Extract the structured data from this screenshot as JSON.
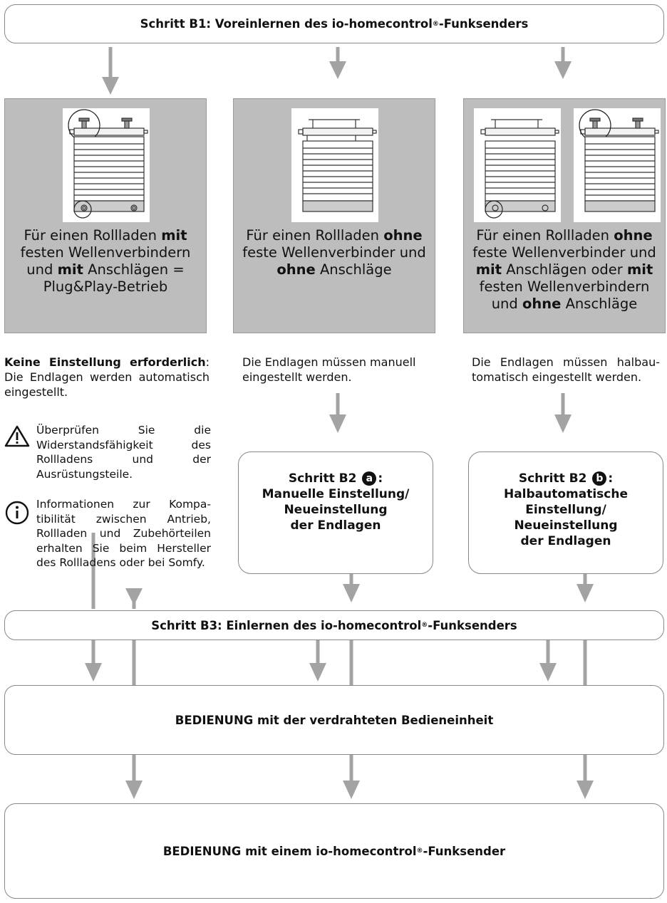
{
  "steps": {
    "b1": {
      "label": "Schritt B1: Voreinlernen des io-homecontrol",
      "reg": "®",
      "suffix": "-Funksenders"
    },
    "b3": {
      "label": "Schritt B3: Einlernen des io-homecontrol",
      "reg": "®",
      "suffix": "-Funksenders"
    },
    "wired": {
      "label": "BEDIENUNG mit der verdrahteten Bedieneinheit"
    },
    "radio": {
      "label": "BEDIENUNG mit einem io-homecontrol",
      "reg": "®",
      "suffix": "-Funksender"
    }
  },
  "panels": [
    {
      "caption": [
        "Für einen Rollladen ",
        "mit",
        " festen Wellenverbindern und ",
        "mit",
        " Anschlägen = Plug&Play-Betrieb"
      ]
    },
    {
      "caption": [
        "Für einen Rollladen ",
        "ohne",
        " feste Wellenverbinder und ",
        "ohne",
        " Anschläge"
      ]
    },
    {
      "caption": [
        "Für einen Rollladen ",
        "ohne",
        " feste Wellenverbinder und ",
        "mit",
        " Anschlägen oder ",
        "mit",
        " festen Wellenverbindern und ",
        "ohne",
        " Anschläge"
      ]
    }
  ],
  "left_note": {
    "bold": "Keine Einstellung erforderlich",
    "rest": ": Die Endlagen werden automatisch eingestellt."
  },
  "warning": {
    "text": "Überprüfen Sie die Widerstandsfähigkeit des Rollladens und der Ausrüstungsteile."
  },
  "info": {
    "text": "Informationen zur Kompa-tibilität zwischen Antrieb, Rollladen und Zubehörteilen erhalten Sie beim Hersteller des Rollladens oder bei Somfy."
  },
  "middle_note": {
    "text": "Die Endlagen müssen manuell eingestellt werden."
  },
  "right_note": {
    "text": "Die Endlagen müssen halbau-tomatisch eingestellt werden."
  },
  "b2a": {
    "line1": "Schritt B2",
    "badge": "a",
    "colon": ":",
    "rest": [
      "Manuelle Einstellung/",
      "Neueinstellung",
      "der Endlagen"
    ]
  },
  "b2b": {
    "line1": "Schritt B2",
    "badge": "b",
    "colon": ":",
    "rest": [
      "Halbautomatische",
      "Einstellung/",
      "Neueinstellung",
      "der Endlagen"
    ]
  },
  "colors": {
    "arrow": "#a3a3a3",
    "panel": "#bdbdbd",
    "border": "#888888"
  },
  "icons": [
    "warning-triangle-icon",
    "info-circle-icon",
    "roller-shutter-icon"
  ]
}
